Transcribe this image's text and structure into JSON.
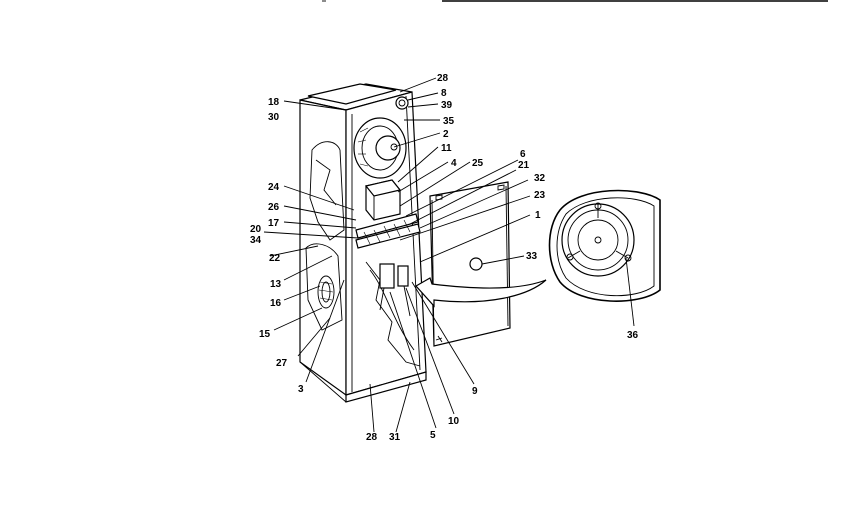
{
  "labels": {
    "l28a": "28",
    "l8": "8",
    "l39": "39",
    "l18": "18",
    "l30": "30",
    "l35": "35",
    "l2": "2",
    "l11": "11",
    "l4": "4",
    "l25": "25",
    "l6": "6",
    "l21": "21",
    "l32": "32",
    "l24": "24",
    "l23": "23",
    "l26": "26",
    "l1": "1",
    "l17": "17",
    "l20": "20",
    "l34": "34",
    "l22": "22",
    "l33": "33",
    "l13": "13",
    "l16": "16",
    "l15": "15",
    "l27": "27",
    "l3": "3",
    "l9": "9",
    "l10": "10",
    "l5": "5",
    "l28b": "28",
    "l31": "31",
    "l36": "36"
  }
}
